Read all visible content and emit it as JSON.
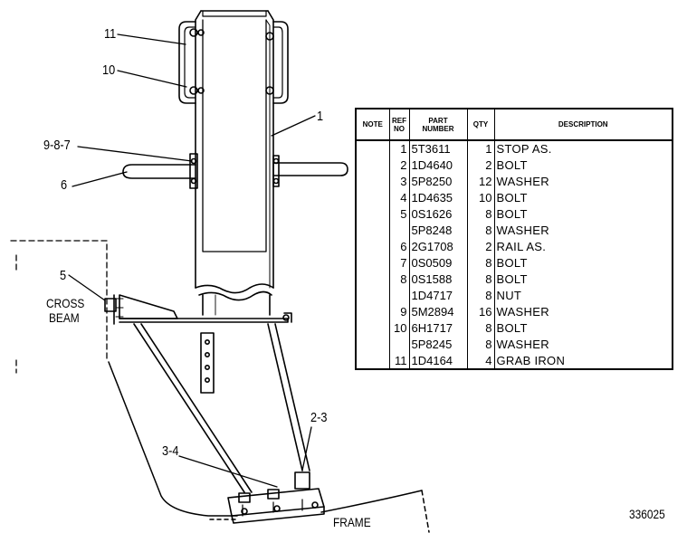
{
  "callouts": {
    "c11": "11",
    "c10": "10",
    "c1": "1",
    "c987": "9-8-7",
    "c6": "6",
    "c5": "5",
    "c23": "2-3",
    "c34": "3-4"
  },
  "labels": {
    "cross_beam_line1": "CROSS",
    "cross_beam_line2": "BEAM",
    "frame": "FRAME",
    "figure_number": "336025"
  },
  "table": {
    "headers": {
      "note": "NOTE",
      "ref": [
        "REF",
        "NO"
      ],
      "part": [
        "PART",
        "NUMBER"
      ],
      "qty": "QTY",
      "desc": "DESCRIPTION"
    },
    "rows": [
      {
        "note": "",
        "ref": "1",
        "part": "5T3611",
        "qty": "1",
        "desc": "STOP AS."
      },
      {
        "note": "",
        "ref": "2",
        "part": "1D4640",
        "qty": "2",
        "desc": "BOLT"
      },
      {
        "note": "",
        "ref": "3",
        "part": "5P8250",
        "qty": "12",
        "desc": "WASHER"
      },
      {
        "note": "",
        "ref": "4",
        "part": "1D4635",
        "qty": "10",
        "desc": "BOLT"
      },
      {
        "note": "",
        "ref": "5",
        "part": "0S1626",
        "qty": "8",
        "desc": "BOLT"
      },
      {
        "note": "",
        "ref": "",
        "part": "5P8248",
        "qty": "8",
        "desc": "WASHER"
      },
      {
        "note": "",
        "ref": "6",
        "part": "2G1708",
        "qty": "2",
        "desc": "RAIL AS."
      },
      {
        "note": "",
        "ref": "7",
        "part": "0S0509",
        "qty": "8",
        "desc": "BOLT"
      },
      {
        "note": "",
        "ref": "8",
        "part": "0S1588",
        "qty": "8",
        "desc": "BOLT"
      },
      {
        "note": "",
        "ref": "",
        "part": "1D4717",
        "qty": "8",
        "desc": "NUT"
      },
      {
        "note": "",
        "ref": "9",
        "part": "5M2894",
        "qty": "16",
        "desc": "WASHER"
      },
      {
        "note": "",
        "ref": "10",
        "part": "6H1717",
        "qty": "8",
        "desc": "BOLT"
      },
      {
        "note": "",
        "ref": "",
        "part": "5P8245",
        "qty": "8",
        "desc": "WASHER"
      },
      {
        "note": "",
        "ref": "11",
        "part": "1D4164",
        "qty": "4",
        "desc": "GRAB IRON"
      }
    ]
  }
}
